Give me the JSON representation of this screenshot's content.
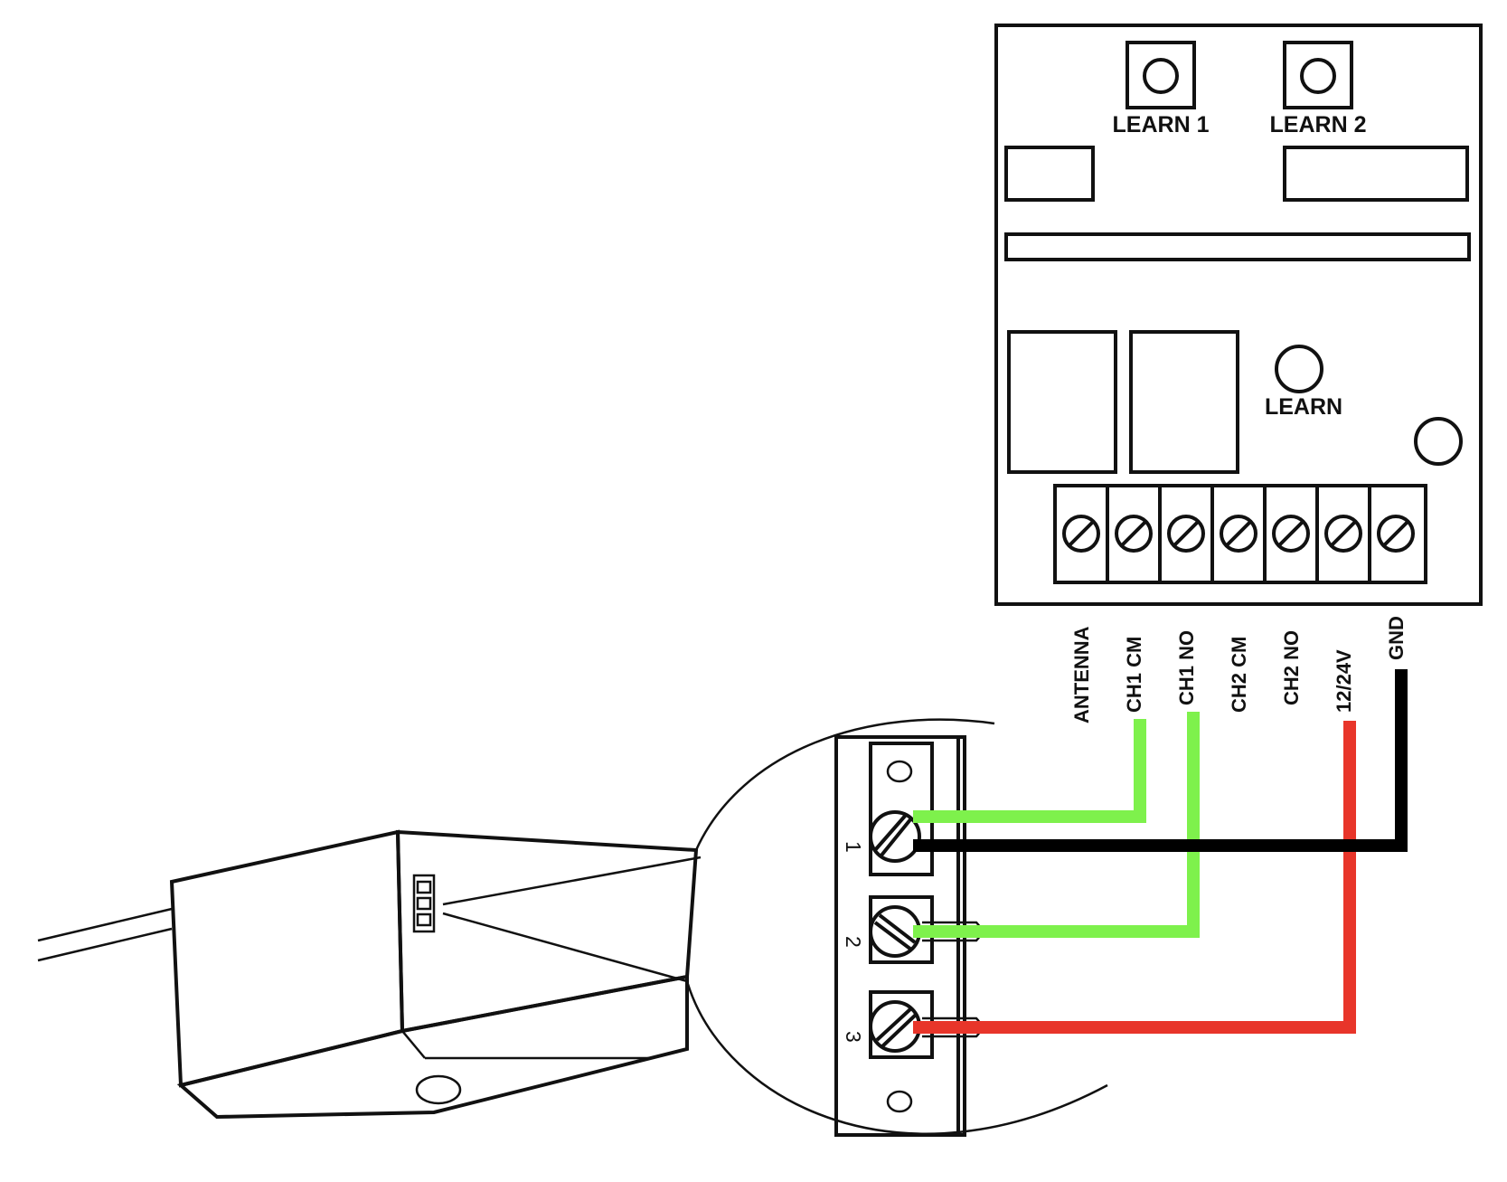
{
  "receiver_board": {
    "buttons": [
      {
        "label": "LEARN 1"
      },
      {
        "label": "LEARN 2"
      }
    ],
    "learn_button_label": "LEARN",
    "terminals": [
      "ANTENNA",
      "CH1 CM",
      "CH1 NO",
      "CH2 CM",
      "CH2 NO",
      "12/24V",
      "GND"
    ]
  },
  "opener_terminal_block": {
    "terminal_marks": [
      "1",
      "2",
      "3"
    ]
  },
  "wiring": [
    {
      "from": "CH1 CM",
      "to": "1",
      "color": "#7ef14c"
    },
    {
      "from": "GND",
      "to": "1",
      "color": "#000000"
    },
    {
      "from": "CH1 NO",
      "to": "2",
      "color": "#7ef14c"
    },
    {
      "from": "12/24V",
      "to": "3",
      "color": "#e8352a"
    }
  ],
  "colors": {
    "green_wire": "#7ef14c",
    "black_wire": "#000000",
    "red_wire": "#e8352a"
  }
}
